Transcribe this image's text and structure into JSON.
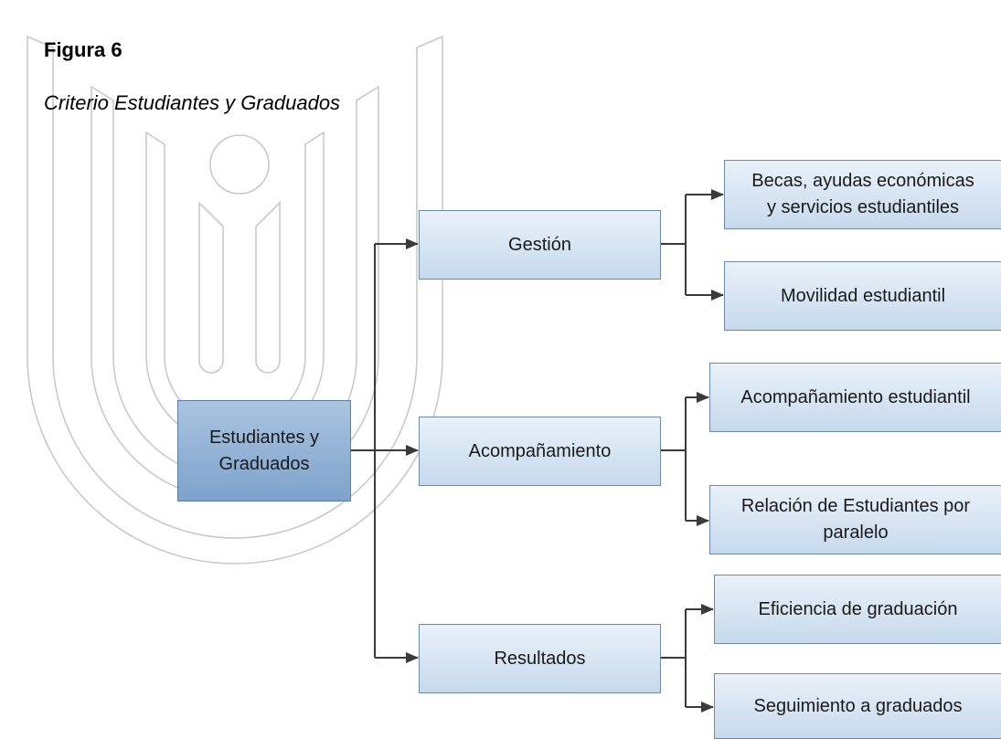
{
  "figure": {
    "label": "Figura 6",
    "caption": "Criterio Estudiantes y Graduados"
  },
  "root": {
    "label": "Estudiantes y\nGraduados"
  },
  "categories": [
    {
      "label": "Gestión",
      "children": [
        "Becas, ayudas económicas\ny servicios estudiantiles",
        "Movilidad estudiantil"
      ]
    },
    {
      "label": "Acompañamiento",
      "children": [
        "Acompañamiento estudiantil",
        "Relación de Estudiantes por\nparalelo"
      ]
    },
    {
      "label": "Resultados",
      "children": [
        "Eficiencia de graduación",
        "Seguimiento a graduados"
      ]
    }
  ],
  "colors": {
    "box_fill_top": "#e9f1f9",
    "box_fill_bottom": "#c6d9ec",
    "root_fill": "#8fb0d6",
    "connector": "#3a3a3a",
    "watermark": "#c9c9c9"
  }
}
